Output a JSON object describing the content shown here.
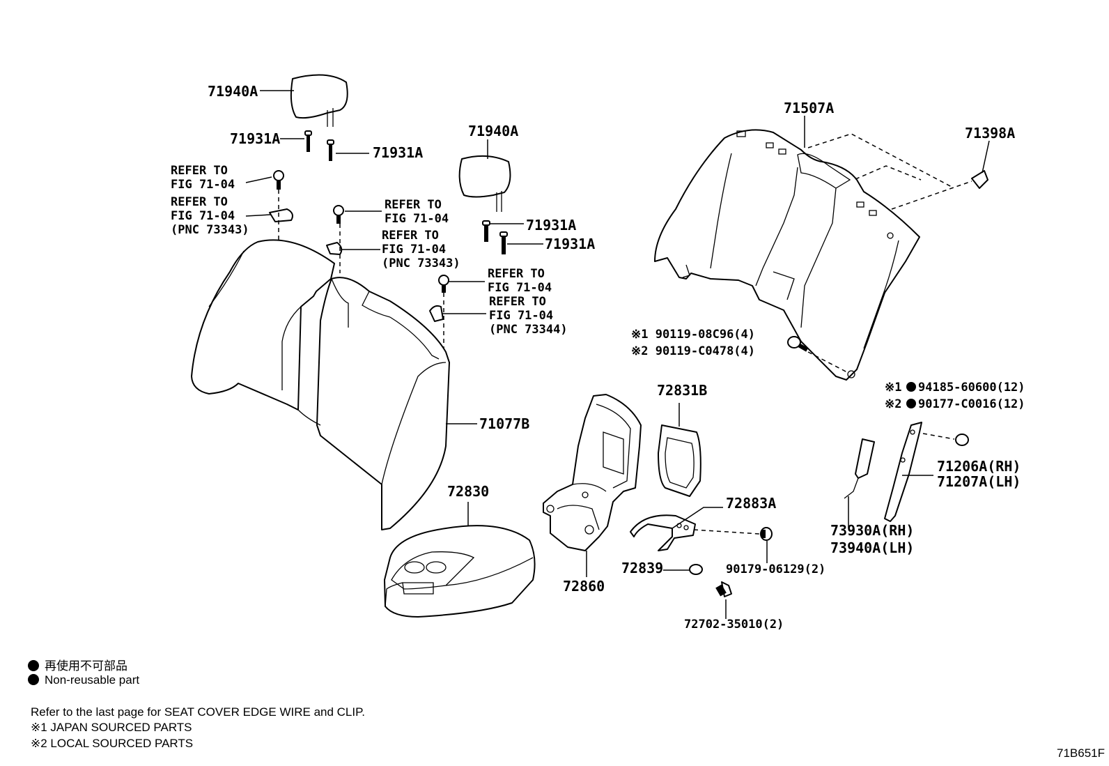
{
  "parts": {
    "headrest_a": "71940A",
    "headrest_b": "71940A",
    "guide_1": "71931A",
    "guide_2": "71931A",
    "guide_3": "71931A",
    "guide_4": "71931A",
    "seatback_cover": "71507A",
    "clip_71398": "71398A",
    "seatback_pad": "71077B",
    "armrest": "72830",
    "armrest_frame": "72860",
    "bezel": "72831B",
    "hinge": "72883A",
    "part_72839": "72839",
    "bolt_90179": "90179-06129(2)",
    "screw_72702": "72702-35010(2)",
    "hinge_rh": "71206A(RH)",
    "hinge_lh": "71207A(LH)",
    "frame_rh": "73930A(RH)",
    "frame_lh": "73940A(LH)",
    "bolt_jp": "※1 90119-08C96(4)",
    "bolt_local": "※2 90119-C0478(4)",
    "nut_jp_prefix": "※1",
    "nut_jp": "94185-60600(12)",
    "nut_local_prefix": "※2",
    "nut_local": "90177-C0016(12)"
  },
  "refs": {
    "r1": [
      "REFER TO",
      "FIG 71-04"
    ],
    "r2": [
      "REFER TO",
      "FIG 71-04",
      "(PNC 73343)"
    ],
    "r3": [
      "REFER TO",
      "FIG 71-04"
    ],
    "r4": [
      "REFER TO",
      "FIG 71-04",
      "(PNC 73343)"
    ],
    "r5": [
      "REFER TO",
      "FIG 71-04"
    ],
    "r6": [
      "REFER TO",
      "FIG 71-04",
      "(PNC 73344)"
    ]
  },
  "legend": {
    "nonreusable_jp": "再使用不可部品",
    "nonreusable_en": "Non-reusable part",
    "note": "Refer to the last page for SEAT COVER EDGE WIRE and CLIP.",
    "japan": "※1 JAPAN SOURCED PARTS",
    "local": "※2 LOCAL SOURCED PARTS"
  },
  "figure_code": "71B651F"
}
